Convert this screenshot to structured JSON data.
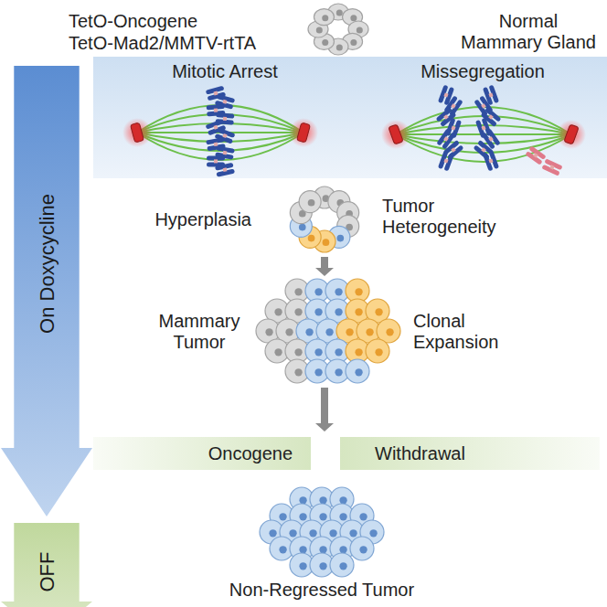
{
  "diagram": {
    "nodes": [
      {
        "text": [
          "Mitotic Arrest"
        ]
      },
      {
        "text": [
          "Missegregation"
        ]
      },
      {
        "text": [
          "On Doxycycline"
        ]
      },
      {
        "text": [
          "Oncogene"
        ]
      },
      {
        "text": [
          "Withdrawal"
        ]
      },
      {
        "text": [
          "OFF"
        ]
      }
    ],
    "labels": [
      "TetO-Oncogene",
      "TetO-Mad2/MMTV-rtTA",
      "Normal Mammary Gland",
      "Hyperplasia",
      "Tumor Heterogeneity",
      "Mammary Tumor",
      "Clonal Expansion",
      "Non-Regressed Tumor"
    ]
  }
}
